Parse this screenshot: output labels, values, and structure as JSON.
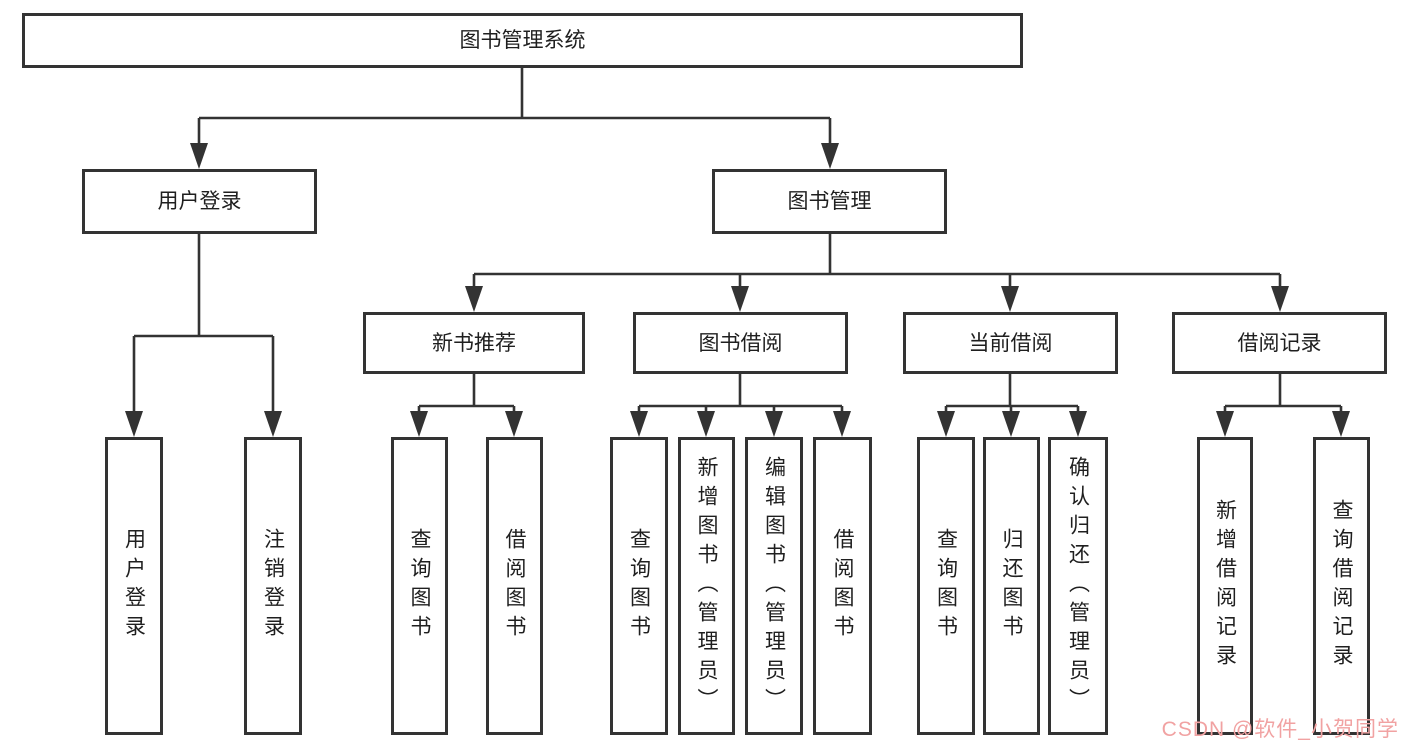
{
  "diagram": {
    "type": "hierarchy-tree",
    "colors": {
      "line": "#333333",
      "box_border": "#333333",
      "box_background": "#ffffff",
      "text": "#1f1f1f",
      "watermark": "#f1a2a2",
      "page_background": "#ffffff"
    },
    "watermark": "CSDN @软件_小贺同学",
    "nodes": {
      "root": {
        "label": "图书管理系统"
      },
      "user_login": {
        "label": "用户登录"
      },
      "book_mgmt": {
        "label": "图书管理"
      },
      "new_book_rec": {
        "label": "新书推荐"
      },
      "book_borrow": {
        "label": "图书借阅"
      },
      "current_borrow": {
        "label": "当前借阅"
      },
      "borrow_records": {
        "label": "借阅记录"
      },
      "leaf_user_login": {
        "label": "用户登录"
      },
      "leaf_logout": {
        "label": "注销登录"
      },
      "leaf_query_book_1": {
        "label": "查询图书"
      },
      "leaf_borrow_book_1": {
        "label": "借阅图书"
      },
      "leaf_query_book_2": {
        "label": "查询图书"
      },
      "leaf_add_book_admin": {
        "label": "新增图书（管理员）"
      },
      "leaf_edit_book_admin": {
        "label": "编辑图书（管理员）"
      },
      "leaf_borrow_book_2": {
        "label": "借阅图书"
      },
      "leaf_query_book_3": {
        "label": "查询图书"
      },
      "leaf_return_book": {
        "label": "归还图书"
      },
      "leaf_confirm_return_admin": {
        "label": "确认归还（管理员）"
      },
      "leaf_add_borrow_record": {
        "label": "新增借阅记录"
      },
      "leaf_query_borrow_record": {
        "label": "查询借阅记录"
      }
    },
    "hierarchy": {
      "图书管理系统": {
        "用户登录": [
          "用户登录",
          "注销登录"
        ],
        "图书管理": {
          "新书推荐": [
            "查询图书",
            "借阅图书"
          ],
          "图书借阅": [
            "查询图书",
            "新增图书（管理员）",
            "编辑图书（管理员）",
            "借阅图书"
          ],
          "当前借阅": [
            "查询图书",
            "归还图书",
            "确认归还（管理员）"
          ],
          "借阅记录": [
            "新增借阅记录",
            "查询借阅记录"
          ]
        }
      }
    }
  }
}
